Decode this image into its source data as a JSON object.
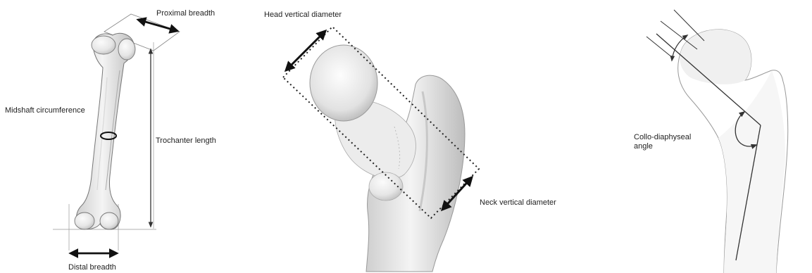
{
  "panel_left": {
    "proximal_breadth": "Proximal breadth",
    "midshaft_circumference": "Midshaft circumference",
    "trochanter_length": "Trochanter length",
    "distal_breadth": "Distal breadth"
  },
  "panel_middle": {
    "head_vertical_diameter": "Head vertical diameter",
    "neck_vertical_diameter": "Neck vertical diameter"
  },
  "panel_right": {
    "collo_diaphyseal_angle": "Collo-diaphyseal angle"
  }
}
